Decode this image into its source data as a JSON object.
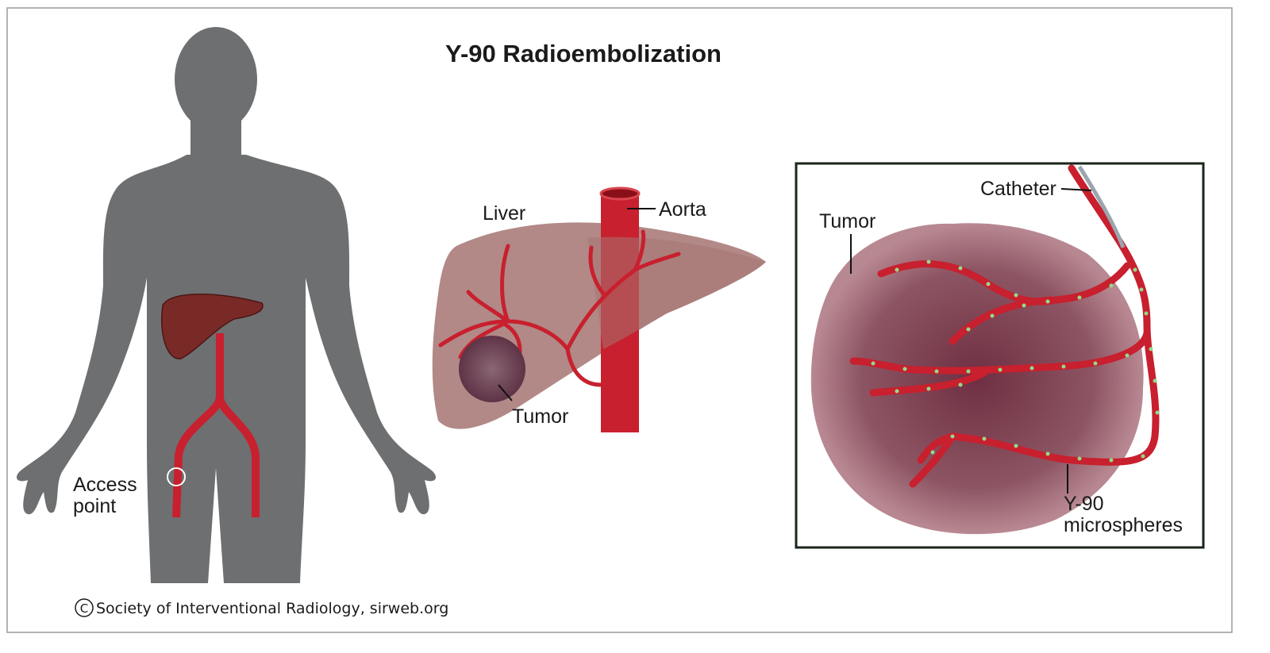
{
  "title": "Y-90 Radioembolization",
  "labels": {
    "access_line1": "Access",
    "access_line2": "point",
    "liver": "Liver",
    "aorta": "Aorta",
    "tumor_liver": "Tumor",
    "tumor_closeup": "Tumor",
    "catheter": "Catheter",
    "microspheres_line1": "Y-90",
    "microspheres_line2": "microspheres"
  },
  "copyright": {
    "symbol": "C",
    "text": "Society of Interventional Radiology, sirweb.org"
  },
  "colors": {
    "silhouette": "#6e6f71",
    "artery": "#c8202e",
    "liver": "#a57472",
    "tumor": "#8a4f5e",
    "microsphere": "#8fdc8a"
  }
}
